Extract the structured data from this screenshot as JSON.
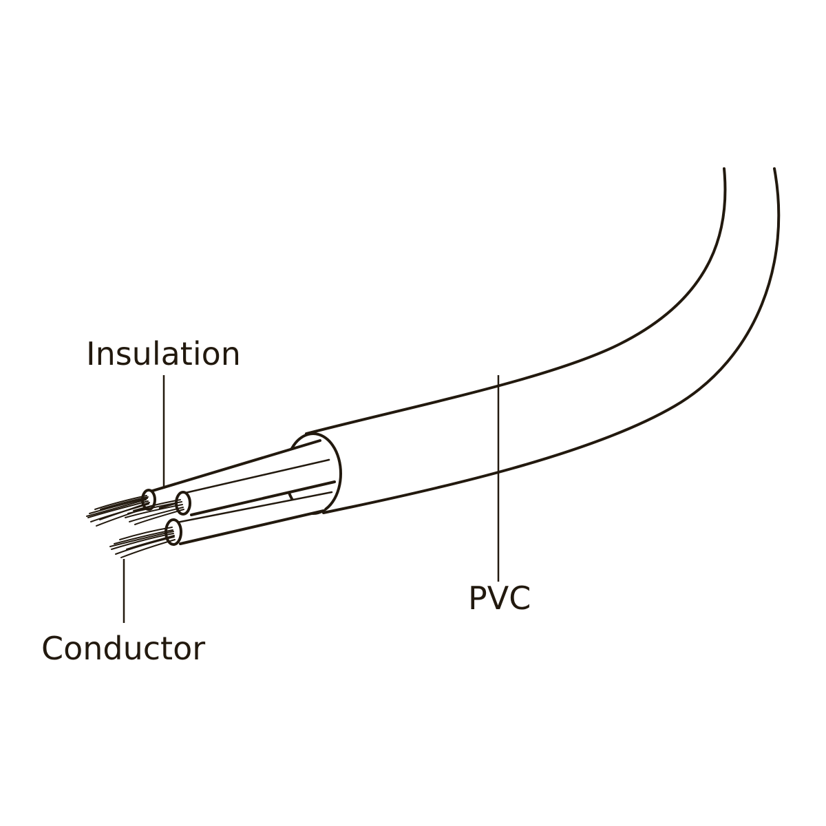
{
  "labels": {
    "insulation": "Insulation",
    "conductor": "Conductor",
    "pvc": "PVC"
  },
  "colors": {
    "ink": "#22190e",
    "background": "#ffffff"
  }
}
